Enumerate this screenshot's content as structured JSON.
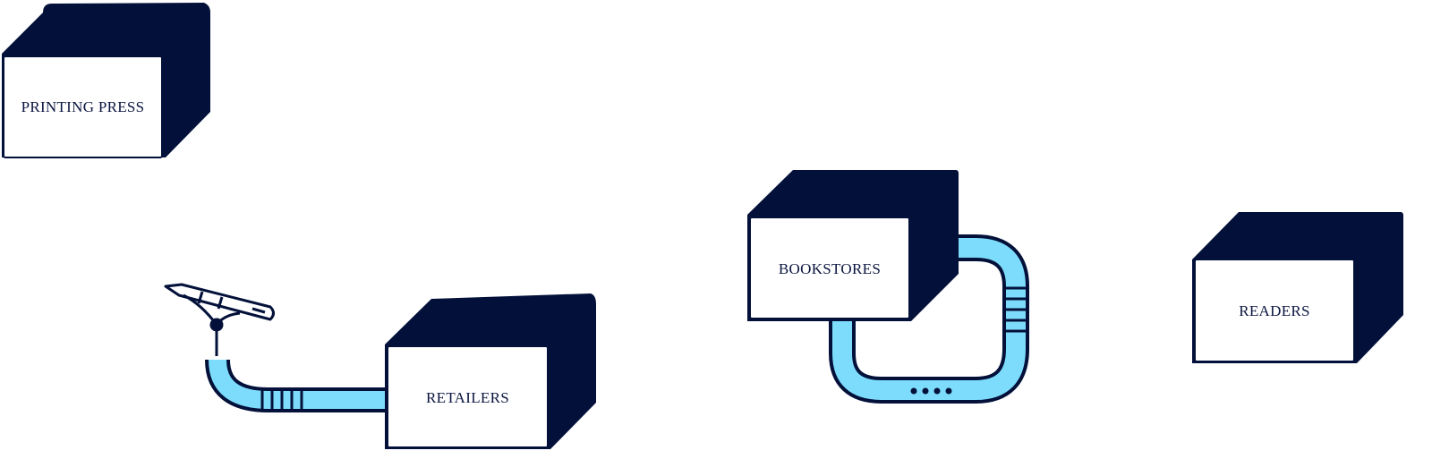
{
  "nodes": [
    {
      "id": "printing-press",
      "label": "PRINTING PRESS"
    },
    {
      "id": "retailers",
      "label": "RETAILERS"
    },
    {
      "id": "bookstores",
      "label": "BOOKSTORES"
    },
    {
      "id": "readers",
      "label": "READERS"
    }
  ],
  "colors": {
    "navy": "#03113a",
    "pipe": "#7ddcfb",
    "face": "#ffffff"
  },
  "icons": [
    "pen-icon",
    "pipe-connector-icon",
    "u-pipe-connector-icon"
  ]
}
